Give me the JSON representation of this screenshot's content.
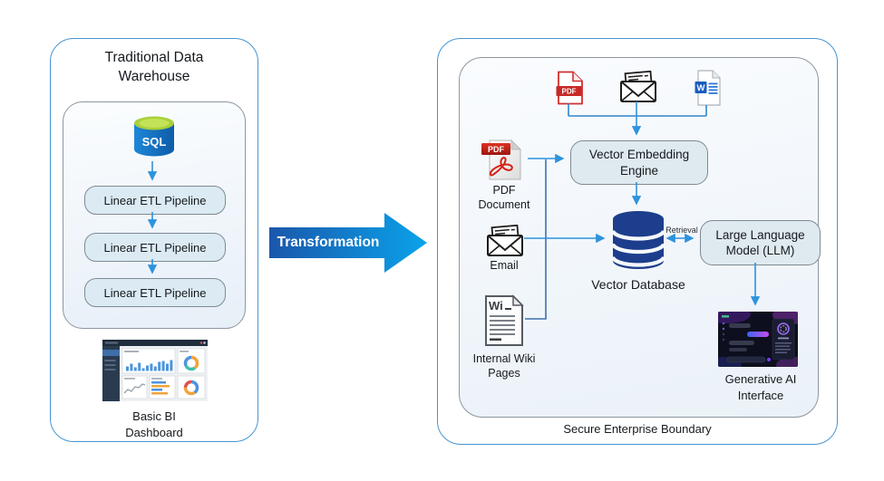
{
  "left_panel": {
    "title": "Traditional Data\nWarehouse",
    "sql_label": "SQL",
    "pipelines": [
      "Linear ETL Pipeline",
      "Linear ETL Pipeline",
      "Linear ETL Pipeline"
    ],
    "dashboard_caption": "Basic BI\nDashboard"
  },
  "transformation": {
    "label": "Transformation"
  },
  "right_panel": {
    "boundary_label": "Secure Enterprise Boundary",
    "engine_label": "Vector Embedding\nEngine",
    "database_label": "Vector Database",
    "retrieval_label": "Retrieval",
    "llm_label": "Large Language\nModel (LLM)",
    "genai_caption": "Generative AI\nInterface",
    "sources": {
      "pdf_caption": "PDF\nDocument",
      "email_caption": "Email",
      "wiki_caption": "Internal Wiki\nPages"
    },
    "icon_text": {
      "pdf_badge_top": "PDF",
      "pdf_doc_badge": "PDF",
      "word_letter": "W",
      "wiki_glyph": "Wi"
    }
  },
  "colors": {
    "panel_border_blue": "#4795d2",
    "connector_blue": "#2e93dd",
    "connector_dark": "#3e72ad",
    "arrow_gradient_start": "#1a57ab",
    "arrow_gradient_end": "#0aa3ea",
    "database_navy": "#1c3e8c",
    "sql_cylinder_blue": "#1478c8",
    "sql_top_green": "#a8d03a",
    "pdf_red": "#c82828",
    "word_blue": "#1a5dbe",
    "node_fill": "#dfeaf0"
  }
}
